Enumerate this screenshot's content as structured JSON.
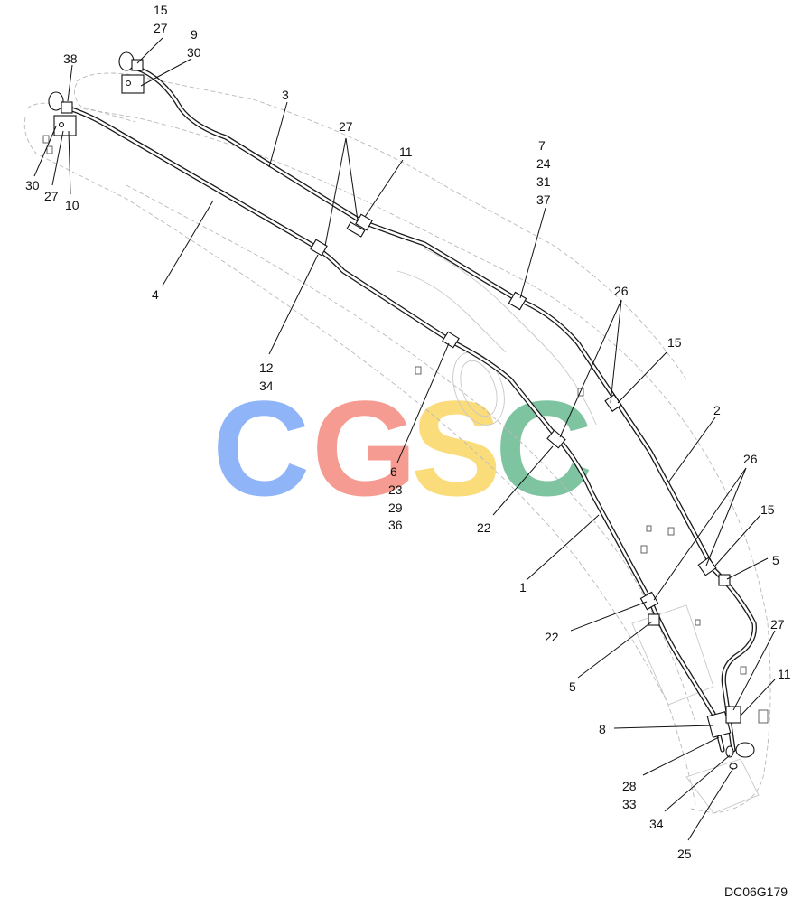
{
  "drawing_code": "DC06G179",
  "watermark": "CGSC",
  "watermark_colors": [
    "#8fb4f7",
    "#f59b91",
    "#fbdc7a",
    "#7fc4a0"
  ],
  "labels": {
    "l15_27": [
      "15",
      "27"
    ],
    "l9_30": [
      "9",
      "30"
    ],
    "l38": "38",
    "l3": "3",
    "l27_top": "27",
    "l11_top": "11",
    "l7_group": [
      "7",
      "24",
      "31",
      "37"
    ],
    "l30_left": "30",
    "l27_left": "27",
    "l10": "10",
    "l4": "4",
    "l12_34": [
      "12",
      "34"
    ],
    "l26_top": "26",
    "l15_mid": "15",
    "l2": "2",
    "l6_group": [
      "6",
      "23",
      "29",
      "36"
    ],
    "l22_mid": "22",
    "l1": "1",
    "l26_low": "26",
    "l15_low": "15",
    "l5_right": "5",
    "l22_low": "22",
    "l5_low": "5",
    "l27_low": "27",
    "l11_low": "11",
    "l8": "8",
    "l28_33": [
      "28",
      "33"
    ],
    "l34": "34",
    "l25": "25"
  }
}
